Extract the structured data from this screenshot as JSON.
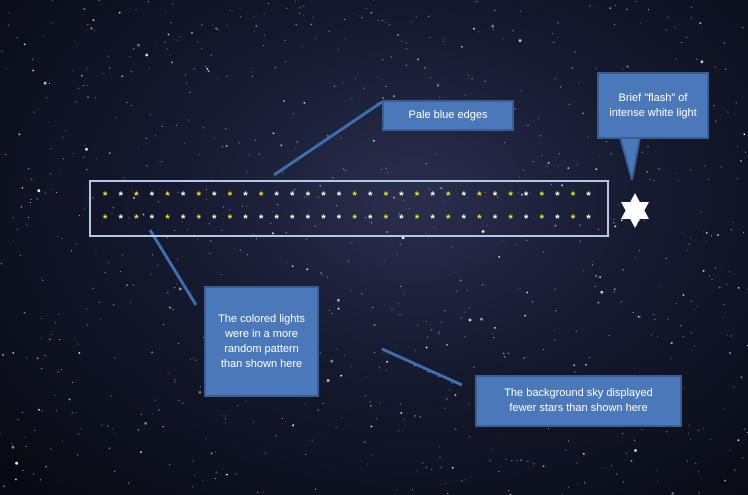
{
  "colors": {
    "box_fill": "#4a78b8",
    "box_border": "#3a5e92",
    "connector": "#3f6fae",
    "edge": "#b4c8e6",
    "star_yellow": "#f2e33a",
    "star_white": "#ffffff"
  },
  "lights": {
    "glyph": "*",
    "row1": [
      "yellow",
      "white",
      "yellow",
      "white",
      "yellow",
      "white",
      "yellow",
      "white",
      "yellow",
      "white",
      "yellow",
      "white",
      "white",
      "white",
      "white",
      "white",
      "yellow",
      "white",
      "yellow",
      "white",
      "yellow",
      "white",
      "yellow",
      "white",
      "yellow",
      "white",
      "yellow",
      "white",
      "yellow",
      "white",
      "yellow",
      "white"
    ],
    "row2": [
      "yellow",
      "white",
      "yellow",
      "white",
      "yellow",
      "white",
      "yellow",
      "white",
      "yellow",
      "white",
      "white",
      "white",
      "white",
      "white",
      "white",
      "white",
      "yellow",
      "white",
      "yellow",
      "white",
      "yellow",
      "white",
      "yellow",
      "white",
      "yellow",
      "white",
      "yellow",
      "white",
      "yellow",
      "white",
      "yellow",
      "white"
    ]
  },
  "annotations": {
    "pale_edges": "Pale blue edges",
    "colored_lights": "The colored lights were in a more random pattern than shown here",
    "background_sky": "The background sky displayed fewer stars than shown here",
    "flash": "Brief \"flash\" of intense white light"
  },
  "flash_icon": "six-pointed-star-icon"
}
